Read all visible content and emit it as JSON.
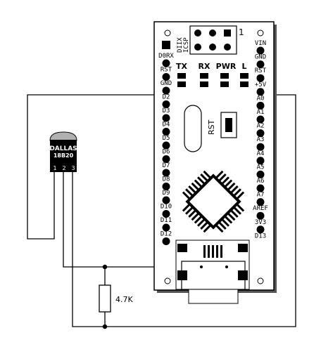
{
  "sensor": {
    "brand": "DALLAS",
    "model": "18B20",
    "pins": [
      "1",
      "2",
      "3"
    ]
  },
  "resistor": {
    "value": "4.7K"
  },
  "board": {
    "icsp": [
      "ICSP",
      "DIIX"
    ],
    "icsp_pin1": "1",
    "leds": [
      "TX",
      "RX",
      "PWR",
      "L"
    ],
    "reset_label": "RST",
    "left_pins": [
      "D0RX",
      "RST",
      "GND",
      "D2",
      "D3",
      "D4",
      "D5",
      "D6",
      "D7",
      "D8",
      "D9",
      "D10",
      "D11",
      "D12"
    ],
    "right_pins": [
      "VIN",
      "GND",
      "RST",
      "+5V",
      "A0",
      "A1",
      "A2",
      "A3",
      "A4",
      "A5",
      "A6",
      "A7",
      "AREF",
      "3V3",
      "D13"
    ],
    "top_left_pin": "D1TX"
  }
}
